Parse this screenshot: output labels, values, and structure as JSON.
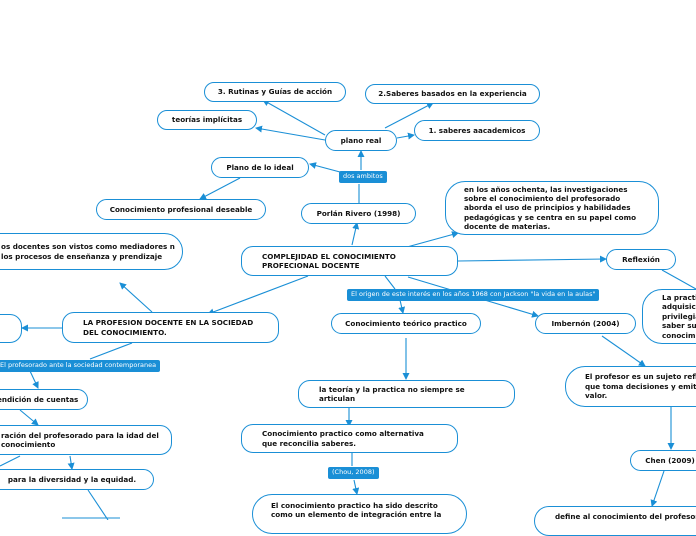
{
  "colors": {
    "accent": "#1a8fd6",
    "text": "#111111",
    "background": "#ffffff"
  },
  "nodes": {
    "rutinas": "3. Rutinas y Guías de acción",
    "saberes_experiencia": "2.Saberes basados en la experiencia",
    "teorias_implicitas": "teorías implícitas",
    "plano_real": "plano real",
    "saberes_academicos": "1. saberes aacademicos",
    "plano_ideal": "Plano de lo ideal",
    "conocimiento_deseable": "Conocimiento profesional deseable",
    "porlan": "Porlán Rivero (1998)",
    "anos_ochenta": "en los años ochenta, las investigaciones sobre el conocimiento del profesorado aborda el uso de principios y habilidades pedagógicas y se centra en su papel como docente de materias.",
    "docentes_mediadores": "os docentes son vistos como mediadores n los procesos de enseñanza y prendizaje",
    "complejidad": "COMPLEJIDAD EL CONOCIMIENTO PROFECIONAL DOCENTE",
    "reflexion": "Reflexión",
    "la_practica": "La practica adquisición privilegiad saber sus conocimien",
    "profesion_docente": "LA PROFESION DOCENTE EN LA SOCIEDAD DEL CONOCIMIENTO.",
    "conocimiento_teorico": "Conocimiento teórico practico",
    "imbernon": "Imbernón (2004)",
    "rendicion_cuentas": "endición de cuentas",
    "teoria_practica": "la teoría y la practica no siempre se articulan",
    "sujeto_reflexivo": "El profesor es un sujeto reflex que toma decisiones y emite j valor.",
    "formacion_profesorado": "ración del profesorado para la idad del conocimiento",
    "conocimiento_alternativa": "Conocimiento practico como alternativa que reconcilia saberes.",
    "chen": "Chen (2009)",
    "diversidad": "para la diversidad y la equidad.",
    "elemento_integracion": "El conocimiento practico ha sido descrito como un elemento de integración entre la",
    "define_conocimiento": "define al conocimiento del profesora"
  },
  "labels": {
    "dos_ambitos": "dos ambitos",
    "origen_interes": "El origen de este interés en los años 1968 con Jackson \"la vida en la aulas\"",
    "profesorado_sociedad": "El profesorado ante la sociedad contemporanea",
    "chou": "(Chou, 2008)"
  }
}
